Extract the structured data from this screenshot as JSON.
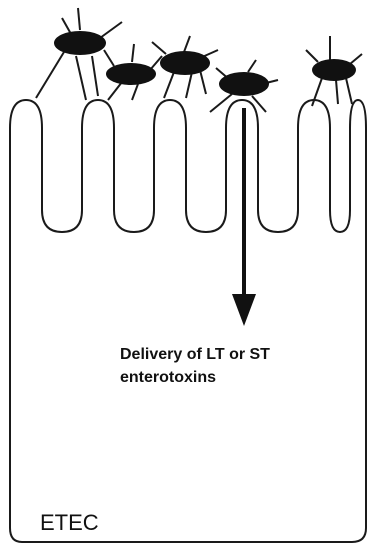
{
  "diagram": {
    "caption_line1": "Delivery of LT or ST",
    "caption_line2": "enterotoxins",
    "cell_label": "ETEC",
    "colors": {
      "stroke": "#1a1a1a",
      "bacterium": "#111111",
      "background": "#ffffff"
    }
  }
}
